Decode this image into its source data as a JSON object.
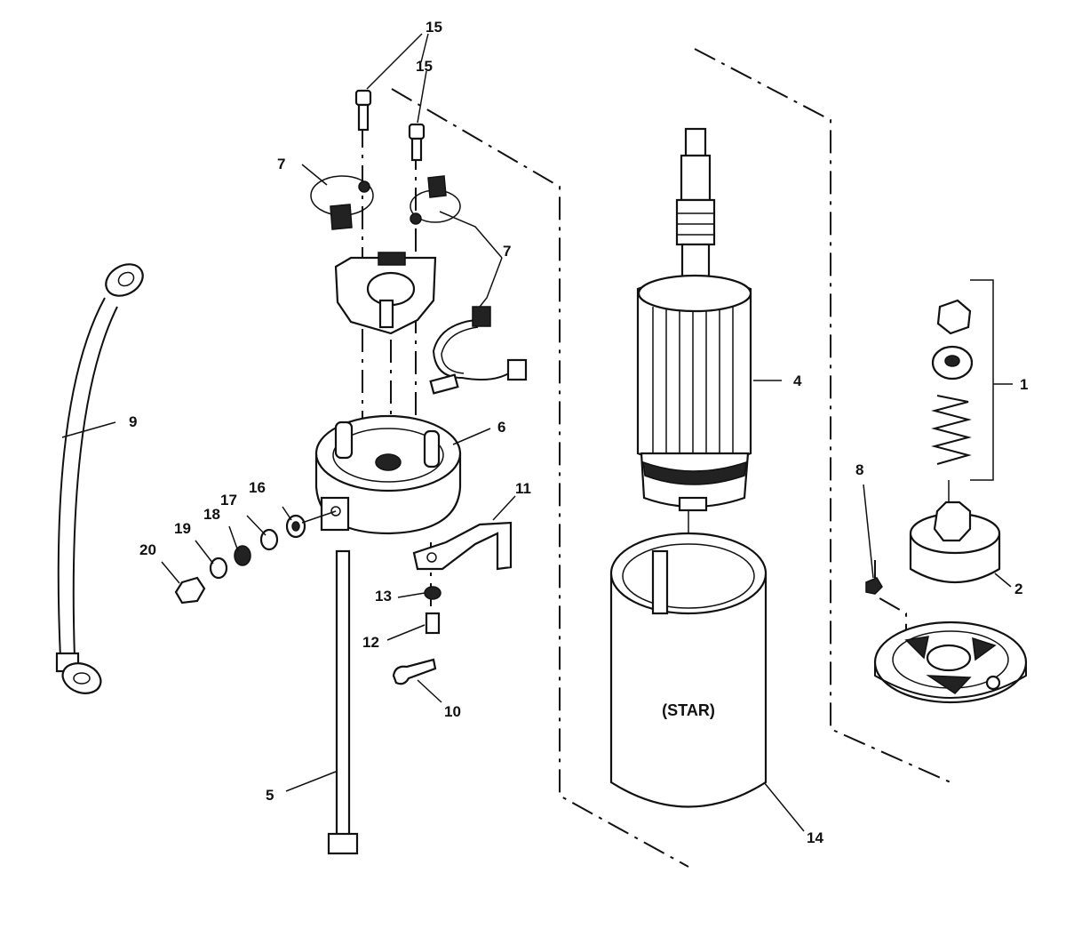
{
  "diagram": {
    "callouts": [
      "1",
      "2",
      "4",
      "5",
      "6",
      "7",
      "7",
      "8",
      "9",
      "10",
      "11",
      "12",
      "13",
      "14",
      "15",
      "15",
      "16",
      "17",
      "18",
      "19",
      "20"
    ],
    "housing_label": "(STAR)"
  }
}
